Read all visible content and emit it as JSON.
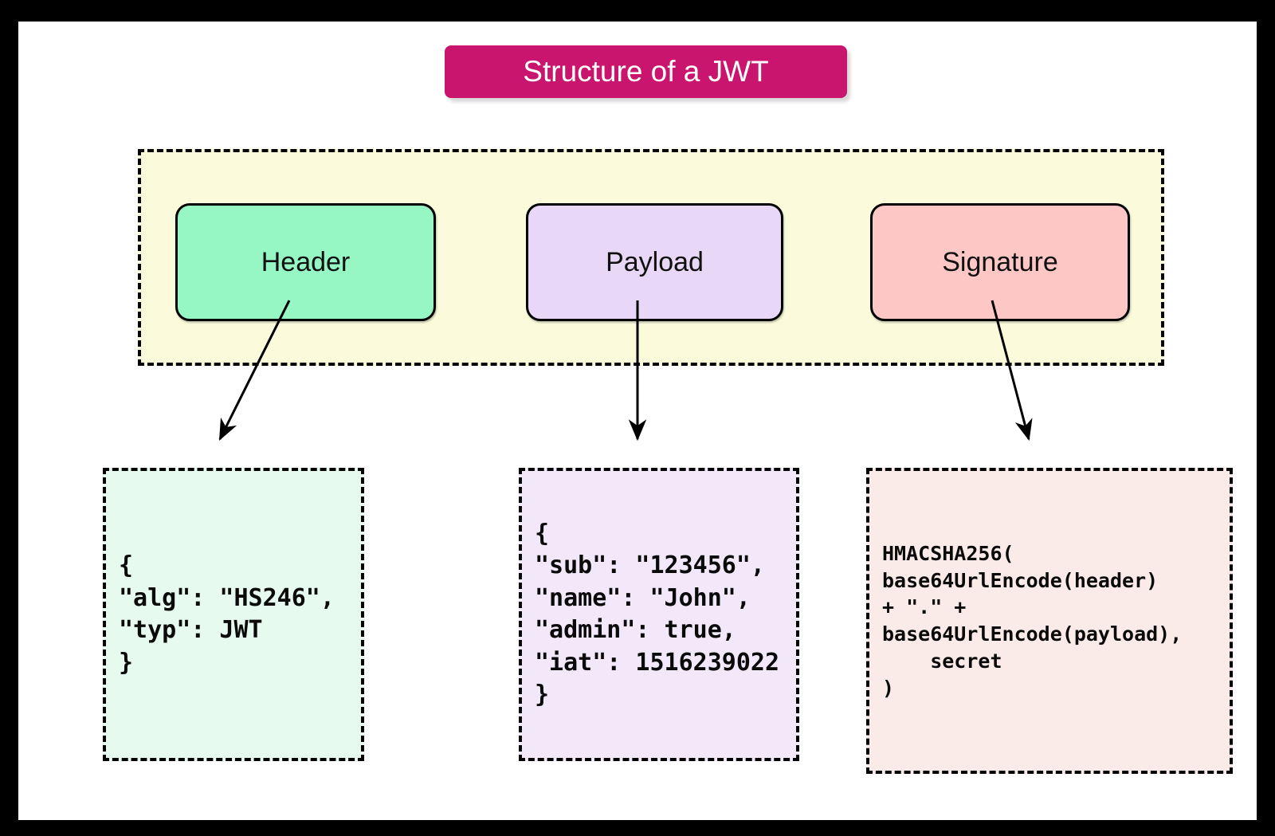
{
  "title": "Structure of a JWT",
  "colors": {
    "title_bg": "#c9156e",
    "container_bg": "#fbfbdc",
    "header_bg": "#96f7c5",
    "payload_bg": "#e9d7f7",
    "signature_bg": "#fdc7c5",
    "header_code_bg": "#e6faef",
    "payload_code_bg": "#f2e8fa",
    "signature_code_bg": "#fbebe8"
  },
  "nodes": {
    "header": {
      "label": "Header"
    },
    "payload": {
      "label": "Payload"
    },
    "signature": {
      "label": "Signature"
    }
  },
  "code_blocks": {
    "header": [
      "{",
      "\"alg\": \"HS246\",",
      "\"typ\": JWT",
      "}"
    ],
    "payload": [
      "{",
      "\"sub\": \"123456\",",
      "\"name\": \"John\",",
      "\"admin\": true,",
      "\"iat\": 1516239022",
      "}"
    ],
    "signature": [
      "HMACSHA256(",
      "base64UrlEncode(header)",
      "+ \".\" +",
      "base64UrlEncode(payload),",
      "    secret",
      ")"
    ]
  }
}
